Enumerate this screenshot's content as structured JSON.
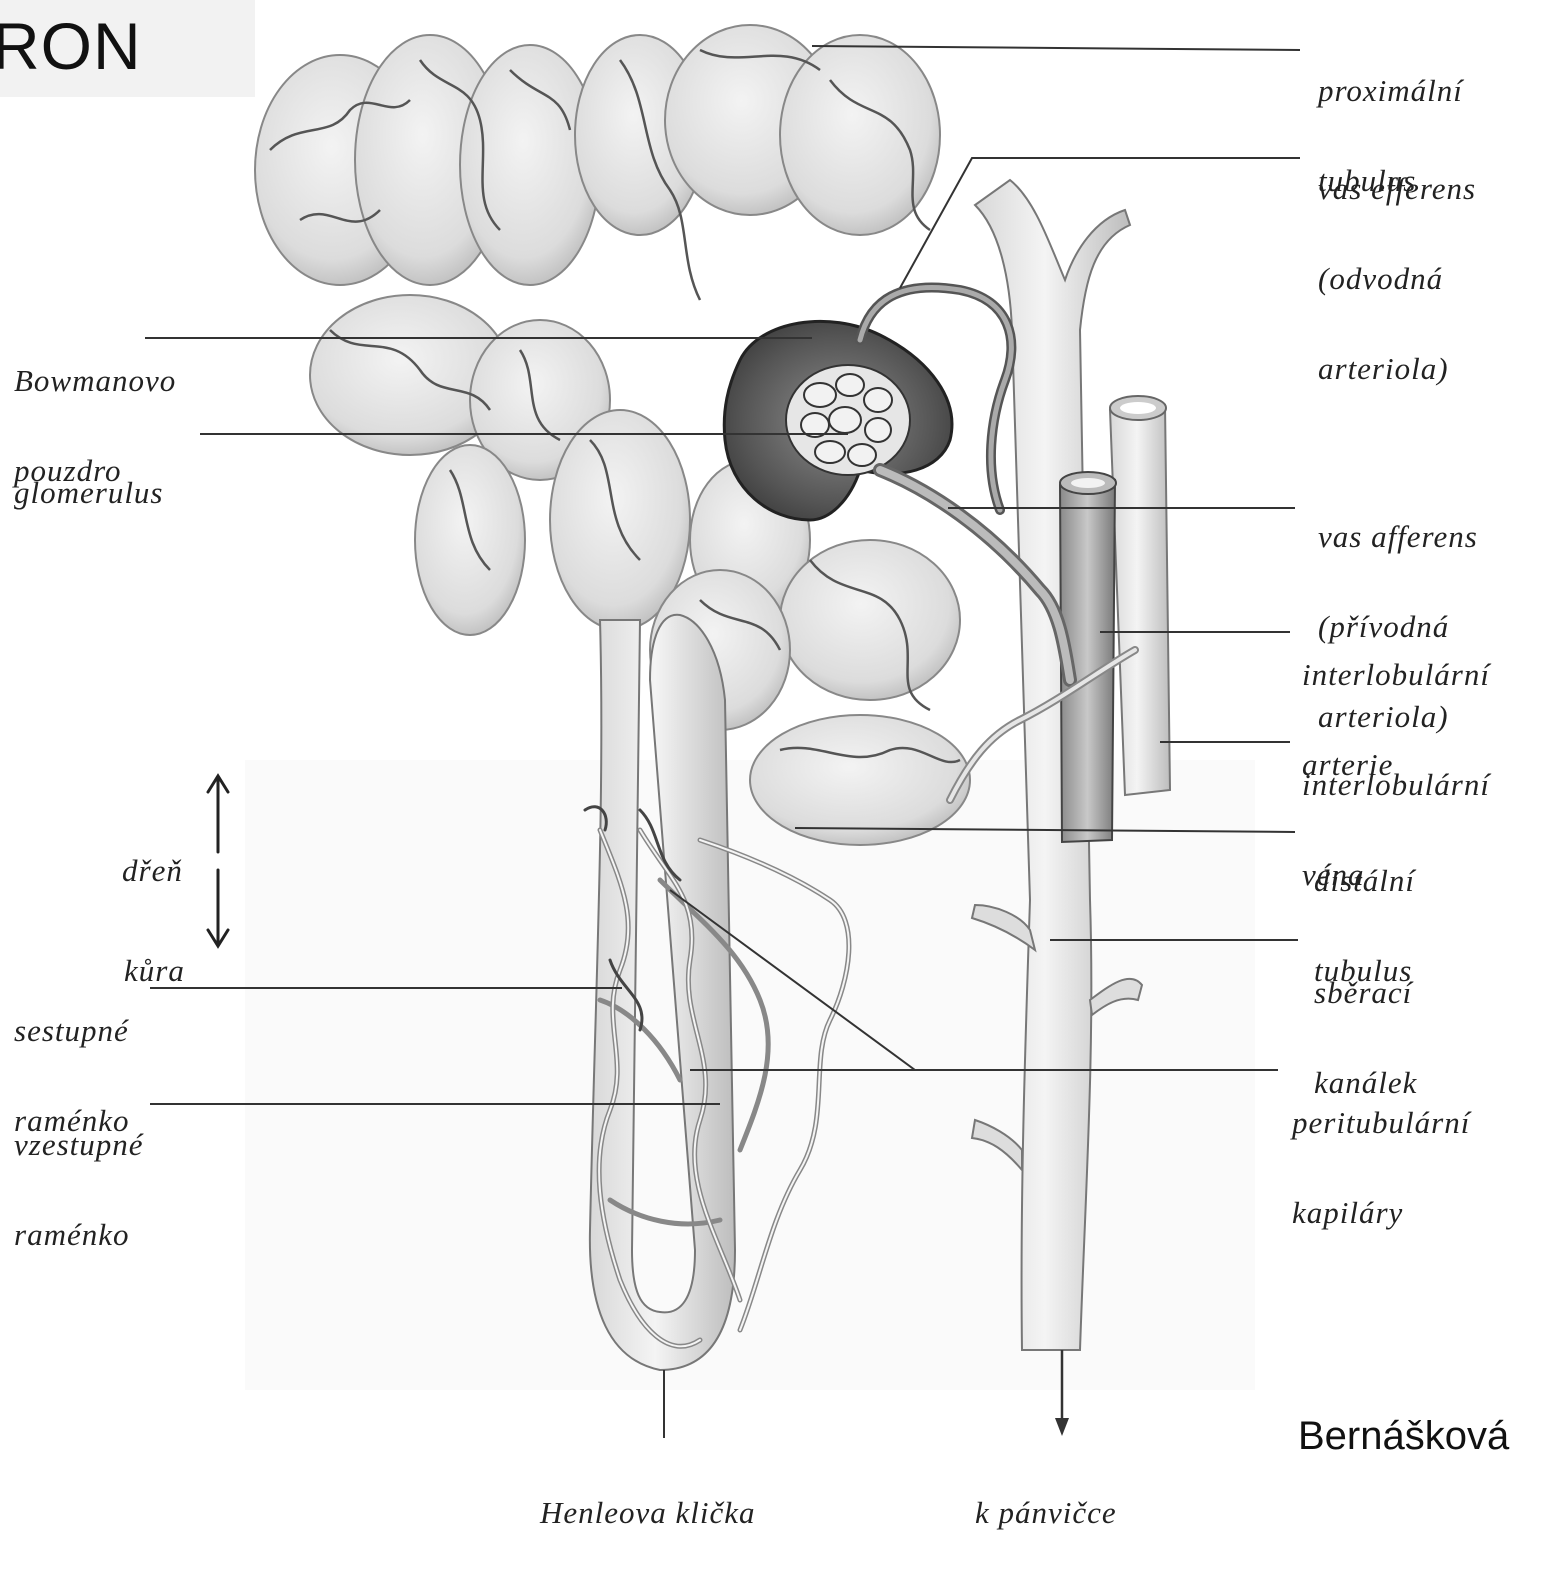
{
  "title": "RON",
  "credit": "Bernášková",
  "labels": {
    "proximal_tubule": [
      "proximální",
      "tubulus"
    ],
    "vas_efferens": [
      "vas efferens",
      "(odvodná",
      "arteriola)"
    ],
    "bowman_capsule": [
      "Bowmanovo",
      "pouzdro"
    ],
    "glomerulus": [
      "glomerulus"
    ],
    "vas_afferens": [
      "vas afferens",
      "(přívodná",
      "arteriola)"
    ],
    "interlobular_artery": [
      "interlobulární",
      "arterie"
    ],
    "interlobular_vein": [
      "interlobulární",
      "véna"
    ],
    "distal_tubule": [
      "distální",
      "tubulus"
    ],
    "collecting_duct": [
      "sběrací",
      "kanálek"
    ],
    "peritubular_capillaries": [
      "peritubulární",
      "kapiláry"
    ],
    "medulla": [
      "dřeň"
    ],
    "cortex": [
      "kůra"
    ],
    "descending_limb": [
      "sestupné",
      "raménko"
    ],
    "ascending_limb": [
      "vzestupné",
      "raménko"
    ],
    "loop_of_henle": [
      "Henleova klička"
    ],
    "to_pelvis": [
      "k pánvičce"
    ]
  }
}
